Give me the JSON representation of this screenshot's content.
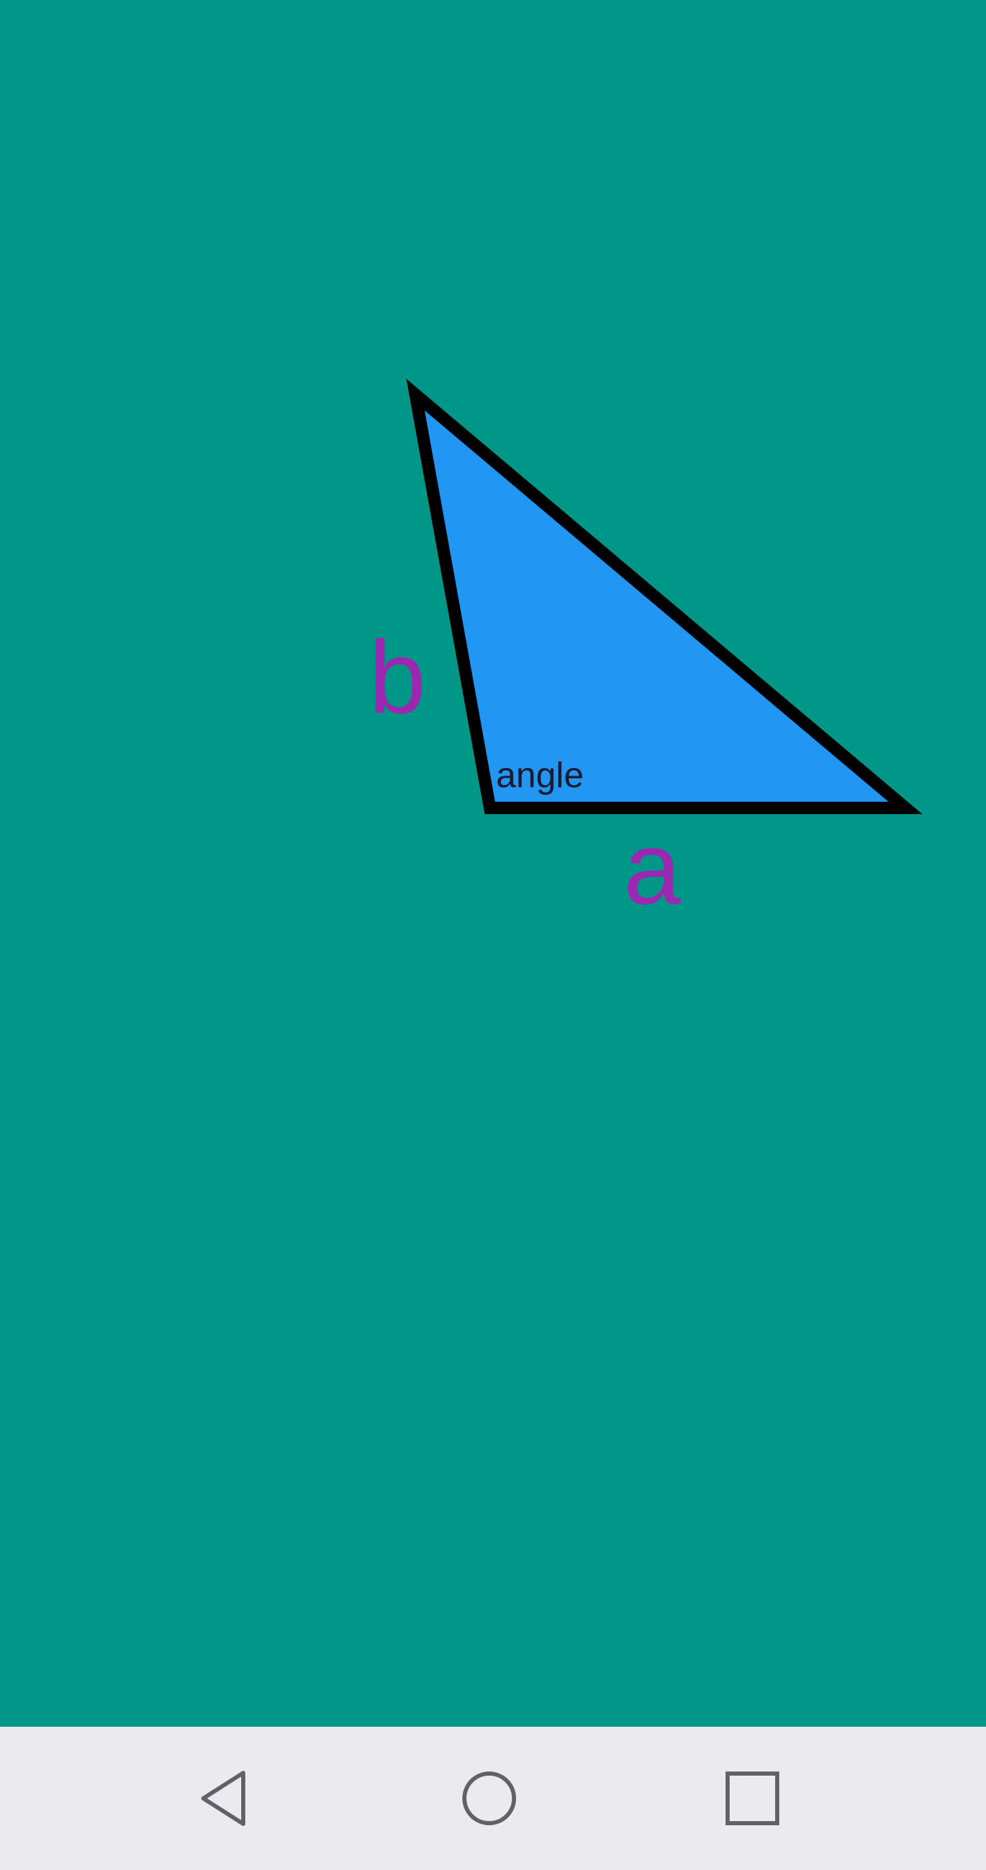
{
  "canvas": {
    "background_color": "#009688",
    "triangle": {
      "fill_color": "#2196F3",
      "stroke_color": "#000000"
    },
    "labels": {
      "side_a": "a",
      "side_b": "b",
      "angle": "angle",
      "side_color": "#9C27B0",
      "angle_color": "#1A1A2E"
    }
  },
  "navigation_bar": {
    "background_color": "#EBEBEF",
    "icon_color": "#5F6368",
    "buttons": [
      {
        "name": "back",
        "icon": "triangle-back-icon"
      },
      {
        "name": "home",
        "icon": "circle-home-icon"
      },
      {
        "name": "recents",
        "icon": "square-recents-icon"
      }
    ]
  }
}
